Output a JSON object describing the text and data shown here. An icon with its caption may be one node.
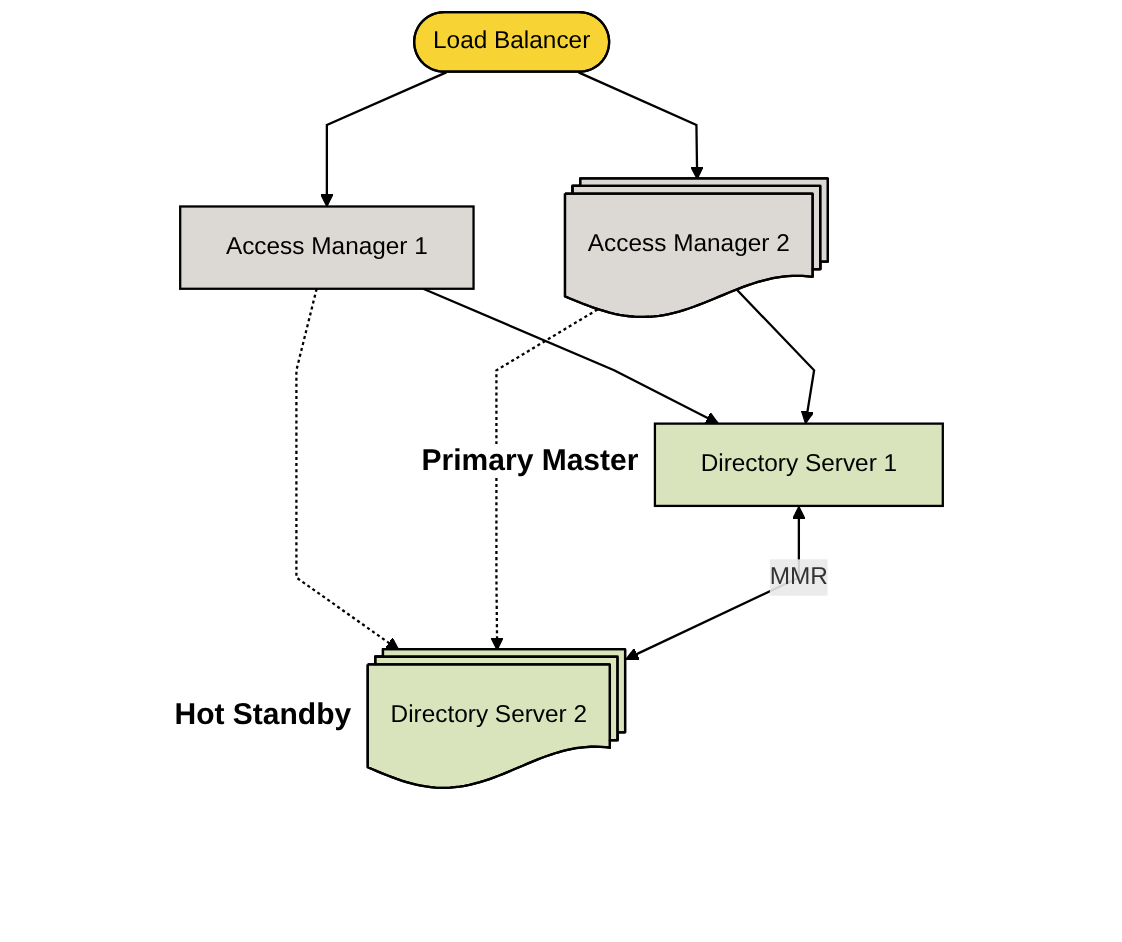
{
  "diagram": {
    "nodes": [
      {
        "text": [
          "Load Balancer"
        ]
      },
      {
        "text": [
          "Access Manager 1"
        ]
      },
      {
        "text": [
          "Access Manager 2"
        ]
      },
      {
        "text": [
          "Directory Server 1"
        ],
        "beside": [
          "Primary Master"
        ]
      },
      {
        "text": [
          "Directory Server 2"
        ],
        "beside": [
          "Hot Standby"
        ]
      }
    ],
    "edges": [
      {
        "from": 0,
        "to": 1,
        "arrow": "to"
      },
      {
        "from": 0,
        "to": 2,
        "arrow": "to"
      },
      {
        "from": 1,
        "to": 3,
        "arrow": "to"
      },
      {
        "from": 1,
        "to": 4,
        "arrow": "to",
        "style": "dashed"
      },
      {
        "from": 2,
        "to": 3,
        "arrow": "to"
      },
      {
        "from": 2,
        "to": 4,
        "arrow": "to",
        "style": "dashed"
      },
      {
        "from": 3,
        "to": 4,
        "arrow": "both",
        "label": "MMR"
      }
    ]
  }
}
